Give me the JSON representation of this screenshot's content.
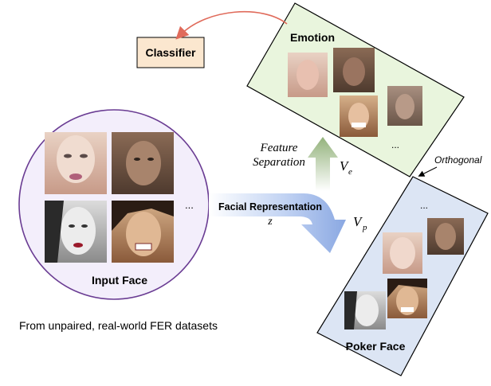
{
  "classifier": {
    "label": "Classifier"
  },
  "emotion": {
    "label": "Emotion",
    "ellipsis": "..."
  },
  "orthogonal": {
    "label": "Orthogonal"
  },
  "feature_separation": {
    "line1": "Feature",
    "line2": "Separation"
  },
  "vectors": {
    "ve": "V",
    "ve_sub": "e",
    "vp": "V",
    "vp_sub": "p"
  },
  "facial_representation": {
    "label": "Facial Representation",
    "symbol": "z"
  },
  "input_face": {
    "label": "Input Face",
    "ellipsis": "..."
  },
  "poker_face": {
    "label": "Poker Face",
    "ellipsis": "..."
  },
  "caption": "From unpaired, real-world FER datasets",
  "colors": {
    "emotion_fill": "#e9f5dd",
    "poker_fill": "#dce5f4",
    "input_circle_fill": "#f3eefb",
    "input_circle_stroke": "#6a3c93",
    "classifier_fill": "#fbe7cf",
    "green_arrow": "#93b27b",
    "blue_arrow": "#8aa8e2",
    "red_arrow": "#e06b5b"
  }
}
